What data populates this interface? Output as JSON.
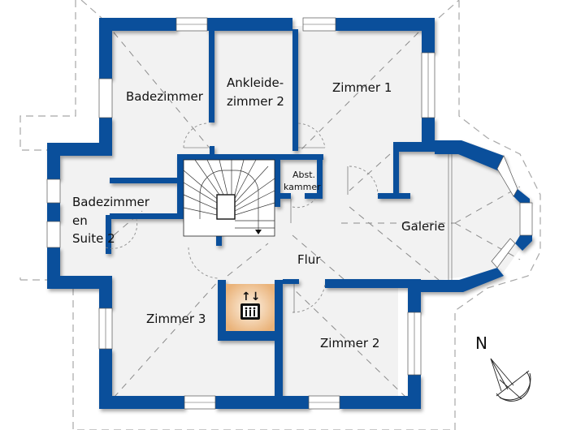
{
  "plan": {
    "title": "Grundriss Obergeschoss",
    "colors": {
      "wall": "#0a4f9b",
      "floor": "#f2f2f2",
      "elevator": "#f6d3a8"
    },
    "rooms": [
      {
        "id": "badezimmer",
        "lines": [
          "Badezimmer"
        ]
      },
      {
        "id": "ankleidezimmer-2",
        "lines": [
          "Ankleide-",
          "zimmer 2"
        ]
      },
      {
        "id": "zimmer-1",
        "lines": [
          "Zimmer 1"
        ]
      },
      {
        "id": "abstellkammer",
        "lines": [
          "Abst.",
          "kammer"
        ]
      },
      {
        "id": "badezimmer-en-suite-2",
        "lines": [
          "Badezimmer",
          "en",
          "Suite 2"
        ]
      },
      {
        "id": "galerie",
        "lines": [
          "Galerie"
        ]
      },
      {
        "id": "flur",
        "lines": [
          "Flur"
        ]
      },
      {
        "id": "zimmer-3",
        "lines": [
          "Zimmer 3"
        ]
      },
      {
        "id": "zimmer-2",
        "lines": [
          "Zimmer 2"
        ]
      }
    ],
    "symbols": {
      "elevator": "elevator-icon",
      "stairs": "staircase",
      "compass": "north-arrow-icon"
    },
    "compass_label": "N"
  }
}
